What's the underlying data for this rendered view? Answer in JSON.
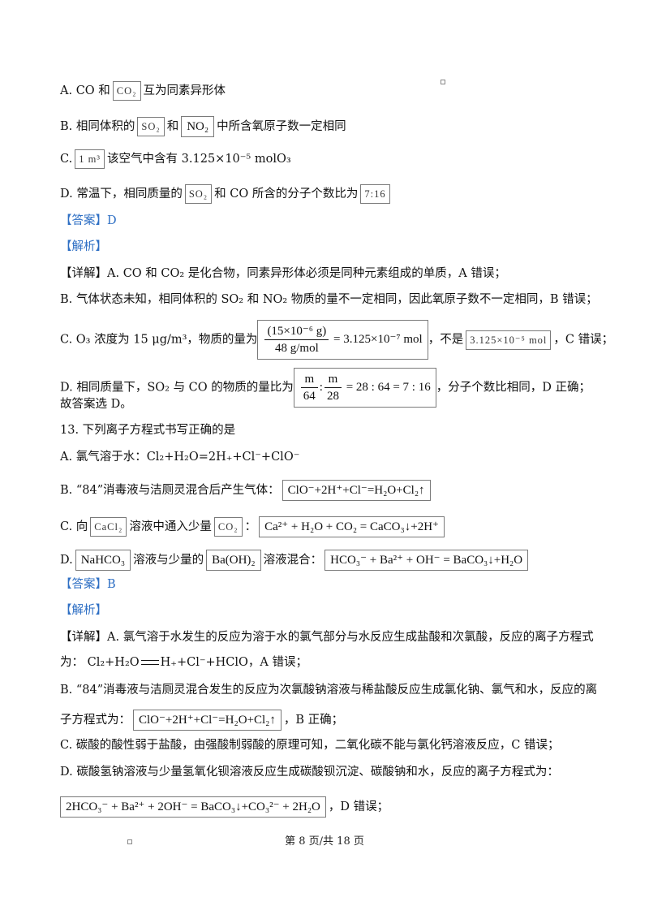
{
  "q12": {
    "optA": {
      "pre": "A. CO 和",
      "box": "CO₂",
      "post": "互为同素异形体"
    },
    "optB": {
      "pre": "B.  相同体积的",
      "box1": "SO₂",
      "mid": "和",
      "box2": "NO₂",
      "post": "中所含氧原子数一定相同"
    },
    "optC": {
      "pre": "C.",
      "box": "1 m³",
      "post": "该空气中含有  3.125×10⁻⁵ molO₃"
    },
    "optD": {
      "pre": "D.  常温下，相同质量的",
      "box": "SO₂",
      "post": "和  CO 所含的分子个数比为",
      "box2": "7:16"
    },
    "answer": "【答案】D",
    "analysis_label": "【解析】",
    "detail": {
      "a": "【详解】A.    CO 和 CO₂ 是化合物，同素异形体必须是同种元素组成的单质，A 错误；",
      "b": "B.     气体状态未知，相同体积的  SO₂ 和  NO₂ 物质的量不一定相同，因此氧原子数不一定相同，B 错误；",
      "c_pre": "C.     O₃ 浓度为  15 μg/m³，物质的量为",
      "c_num": "(15×10⁻⁶ g)",
      "c_den": "48 g/mol",
      "c_eq": "= 3.125×10⁻⁷ mol",
      "c_mid": "，不是",
      "c_box": "3.125×10⁻⁵ mol",
      "c_post": "，C 错误；",
      "d_pre": "D.     相同质量下，SO₂ 与  CO 的物质的量比为",
      "d_n1": "m",
      "d_d1": "64",
      "d_n2": "m",
      "d_d2": "28",
      "d_eq": "= 28 : 64 = 7 : 16",
      "d_post": "，分子个数比相同，D 正确；",
      "conclusion": "故答案选  D。"
    }
  },
  "q13": {
    "stem": "13. 下列离子方程式书写正确的是",
    "optA": "A. 氯气溶于水：Cl₂+H₂O=2H₊+Cl⁻+ClO⁻",
    "optB": {
      "pre": "B. “84”消毒液与洁厕灵混合后产生气体：",
      "box": "ClO⁻+2H⁺+Cl⁻=H₂O+Cl₂↑"
    },
    "optC": {
      "pre": "C. 向",
      "box1": "CaCl₂",
      "mid": "溶液中通入少量",
      "box2": "CO₂",
      "sep": "：",
      "box3": "Ca²⁺ + H₂O + CO₂ = CaCO₃↓+2H⁺"
    },
    "optD": {
      "pre": "D.",
      "box1": "NaHCO₃",
      "mid": "溶液与少量的",
      "box2": "Ba(OH)₂",
      "mid2": "溶液混合：",
      "box3": "HCO₃⁻ + Ba²⁺ + OH⁻ = BaCO₃↓+H₂O"
    },
    "answer": "【答案】B",
    "analysis_label": "【解析】",
    "detail": {
      "a1": "【详解】A.     氯气溶于水发生的反应为溶于水的氯气部分与水反应生成盐酸和次氯酸，反应的离子方程式",
      "a2_pre": "为：  Cl₂+H₂O",
      "a2_post": "H₊+Cl⁻+HClO，A 错误；",
      "b1": "B.     “84”消毒液与洁厕灵混合发生的反应为次氯酸钠溶液与稀盐酸反应生成氯化钠、氯气和水，反应的离",
      "b2_pre": "子方程式为：",
      "b2_box": "ClO⁻+2H⁺+Cl⁻=H₂O+Cl₂↑",
      "b2_post": "，B 正确；",
      "c": "C.     碳酸的酸性弱于盐酸，由强酸制弱酸的原理可知，二氧化碳不能与氯化钙溶液反应，C 错误；",
      "d1": "D.     碳酸氢钠溶液与少量氢氧化钡溶液反应生成碳酸钡沉淀、碳酸钠和水，反应的离子方程式为：",
      "d2_box": "2HCO₃⁻ + Ba²⁺ + 2OH⁻ = BaCO₃↓+CO₃²⁻ + 2H₂O",
      "d2_post": "，D 错误；"
    }
  },
  "footer": "第  8 页/共  18 页"
}
